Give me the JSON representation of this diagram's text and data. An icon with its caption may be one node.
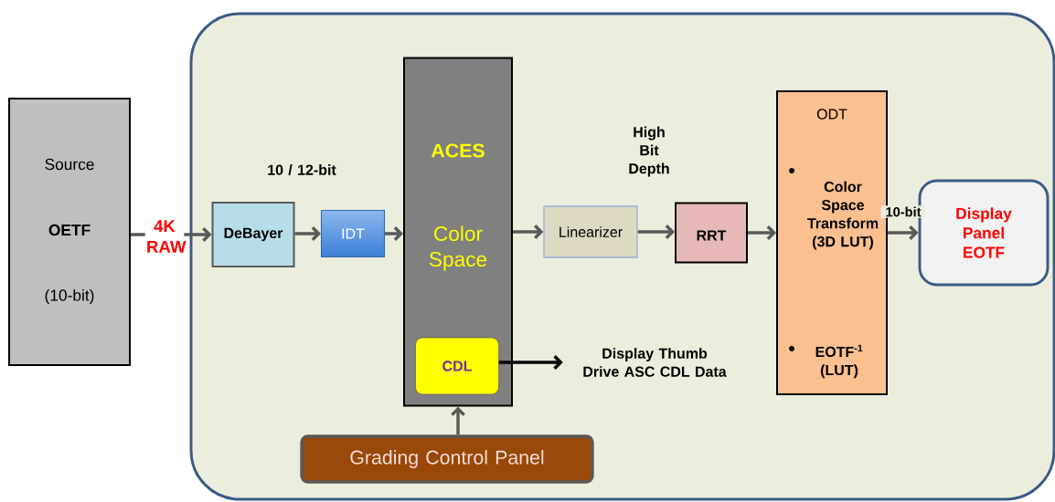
{
  "diagram": {
    "nodes": [
      {
        "text": [
          "Source",
          "OETF",
          "(10-bit)"
        ]
      },
      {
        "text": [],
        "shape": "box"
      },
      {
        "text": [
          "DeBayer"
        ],
        "in": 1
      },
      {
        "text": [
          "IDT"
        ],
        "in": 1
      },
      {
        "text": [
          "ACES",
          "Color Space"
        ],
        "in": 1
      },
      {
        "text": [
          "CDL"
        ],
        "in": 4
      },
      {
        "text": [
          "Linearizer"
        ],
        "in": 1
      },
      {
        "text": [
          "RRT"
        ],
        "in": 1
      },
      {
        "text": [
          "ODT",
          "Color Space Transform (3D LUT)",
          "EOTF$^{-1}$ (LUT)"
        ],
        "in": 1
      },
      {
        "text": [
          "Display Panel EOTF"
        ],
        "in": 1
      },
      {
        "text": [
          "Display Thumb Drive ASC CDL Data"
        ],
        "in": 1
      },
      {
        "text": [
          "Grading Control Panel"
        ],
        "in": 1
      }
    ],
    "edges": [
      {
        "from": 0,
        "to": 2,
        "arrow": "to",
        "label": "4K RAW"
      },
      {
        "from": 2,
        "to": 3,
        "arrow": "to",
        "label": "10 / 12-bit"
      },
      {
        "from": 3,
        "to": 4,
        "arrow": "to"
      },
      {
        "from": 4,
        "to": 6,
        "arrow": "to"
      },
      {
        "from": 6,
        "to": 7,
        "arrow": "to",
        "label": "High Bit Depth"
      },
      {
        "from": 7,
        "to": 8,
        "arrow": "to"
      },
      {
        "from": 8,
        "to": 9,
        "arrow": "to",
        "label": "10-bit"
      },
      {
        "from": 5,
        "to": 10,
        "arrow": "to",
        "color": "#000000"
      },
      {
        "from": 11,
        "to": 4,
        "arrow": "to"
      }
    ]
  }
}
